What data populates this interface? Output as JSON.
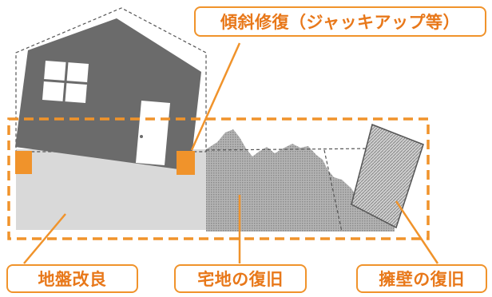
{
  "labels": {
    "tilt_correction": "傾斜修復（ジャッキアップ等）",
    "ground_improvement": "地盤改良",
    "residential_land_restoration": "宅地の復旧",
    "retaining_wall_restoration": "擁壁の復旧"
  },
  "colors": {
    "accent_orange": "#f0932b",
    "label_text": "#e8781a",
    "house_gray": "#6b6b6b",
    "ground_light_gray": "#d9d9d9",
    "soil_pattern_gray": "#a5a5a5"
  }
}
